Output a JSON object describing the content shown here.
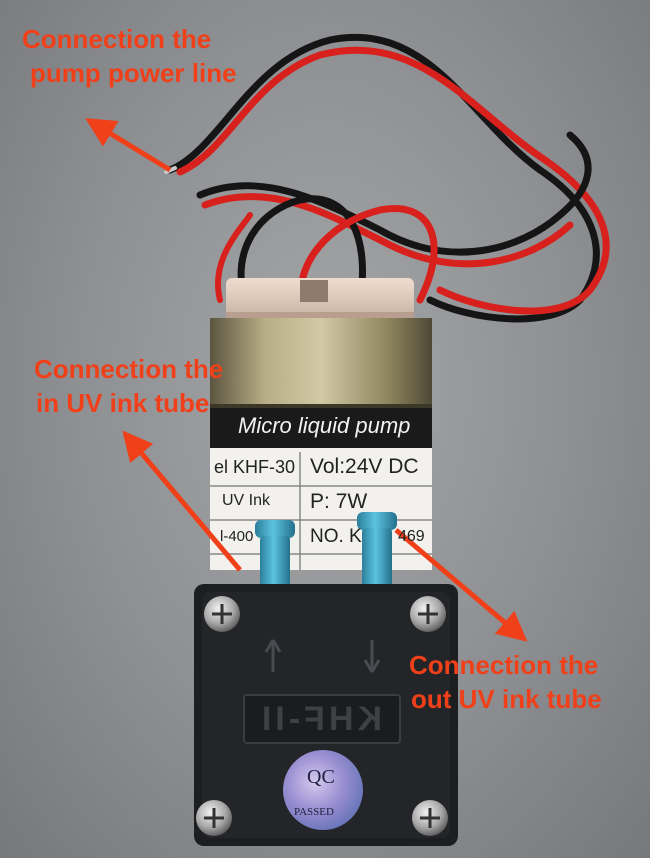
{
  "colors": {
    "annotation": "#f0401a",
    "background": "#8f9194",
    "wire_red": "#d8201c",
    "wire_black": "#151515",
    "motor_metal": "#a49a72",
    "pump_body": "#1d1e20",
    "nozzle": "#3aa6c4"
  },
  "callouts": {
    "power": {
      "line1": "Connection the",
      "line2": "pump power line"
    },
    "in_tube": {
      "line1": "Connection the",
      "line2": "in UV ink tube"
    },
    "out_tube": {
      "line1": "Connection the",
      "line2": "out UV ink tube"
    }
  },
  "pump_label": {
    "title": "Micro liquid pump",
    "model": "el KHF-30",
    "ink": "UV Ink",
    "flow": "l-400",
    "voltage": "Vol:24V  DC",
    "power": "P: 7W",
    "number": "NO. K",
    "number_tail": "469"
  },
  "pump_body": {
    "brand_plate": "KHF-II",
    "qc_seal_top": "QC",
    "qc_seal_bottom": "PASSED"
  }
}
